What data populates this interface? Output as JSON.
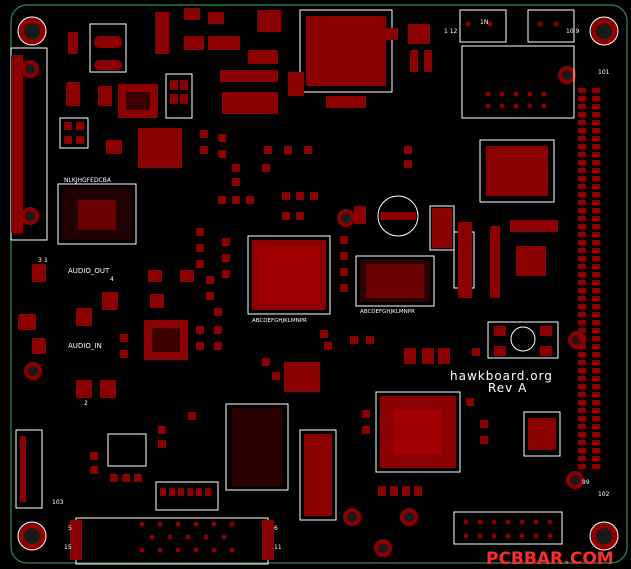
{
  "board": {
    "title": "hawkboard.org",
    "revision": "Rev A",
    "watermark": "PCBBAR.COM",
    "colors": {
      "background": "#000000",
      "copper": "#8b0000",
      "silkscreen": "#ffffff",
      "outline": "#2e8b57",
      "watermark": "#ff2a2a"
    }
  },
  "labels": {
    "audio_out": "AUDIO_OUT",
    "audio_in": "AUDIO_IN",
    "ram_ref": "NLKJHGFEDCBA",
    "bga_ref": "ABCDEFGHJKLMNPR",
    "bga2_ref": "ABCDEFGHJKLMNPR",
    "hdr_101": "101",
    "hdr_102": "102",
    "hdr_103": "103",
    "pin_1_12": "1  12",
    "pin_1_n": "1N",
    "pin_10_9": "10  9",
    "pin_99": "99",
    "pin_2": "2",
    "pin_5": "5",
    "pin_15": "15",
    "pin_6": "6",
    "pin_11": "11",
    "pin_1": "1",
    "pin_3": "3",
    "pin_4": "4"
  }
}
